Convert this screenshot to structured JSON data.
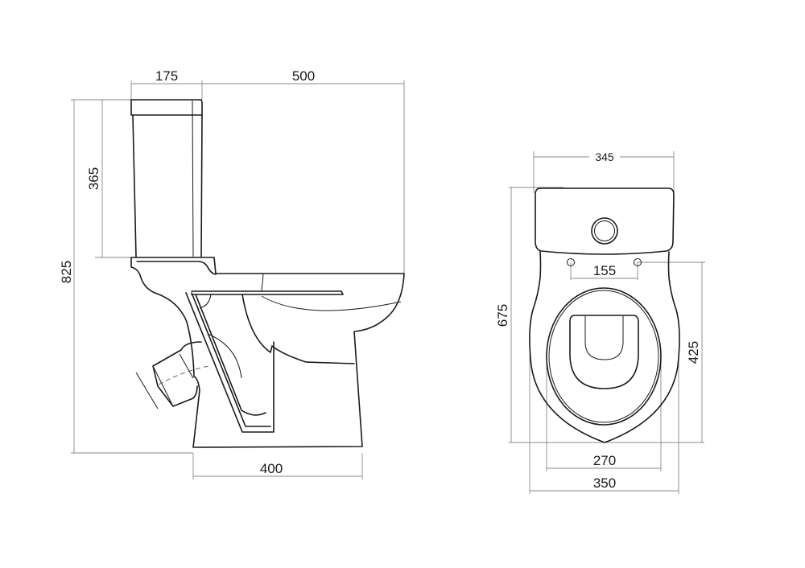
{
  "side_view": {
    "dimensions": {
      "tank_depth": "175",
      "bowl_projection": "500",
      "tank_height": "365",
      "total_height": "825",
      "base_length": "400"
    }
  },
  "top_view": {
    "dimensions": {
      "tank_width": "345",
      "total_length": "675",
      "hole_spacing": "155",
      "bowl_length": "425",
      "seat_width": "270",
      "bowl_width": "350"
    }
  }
}
